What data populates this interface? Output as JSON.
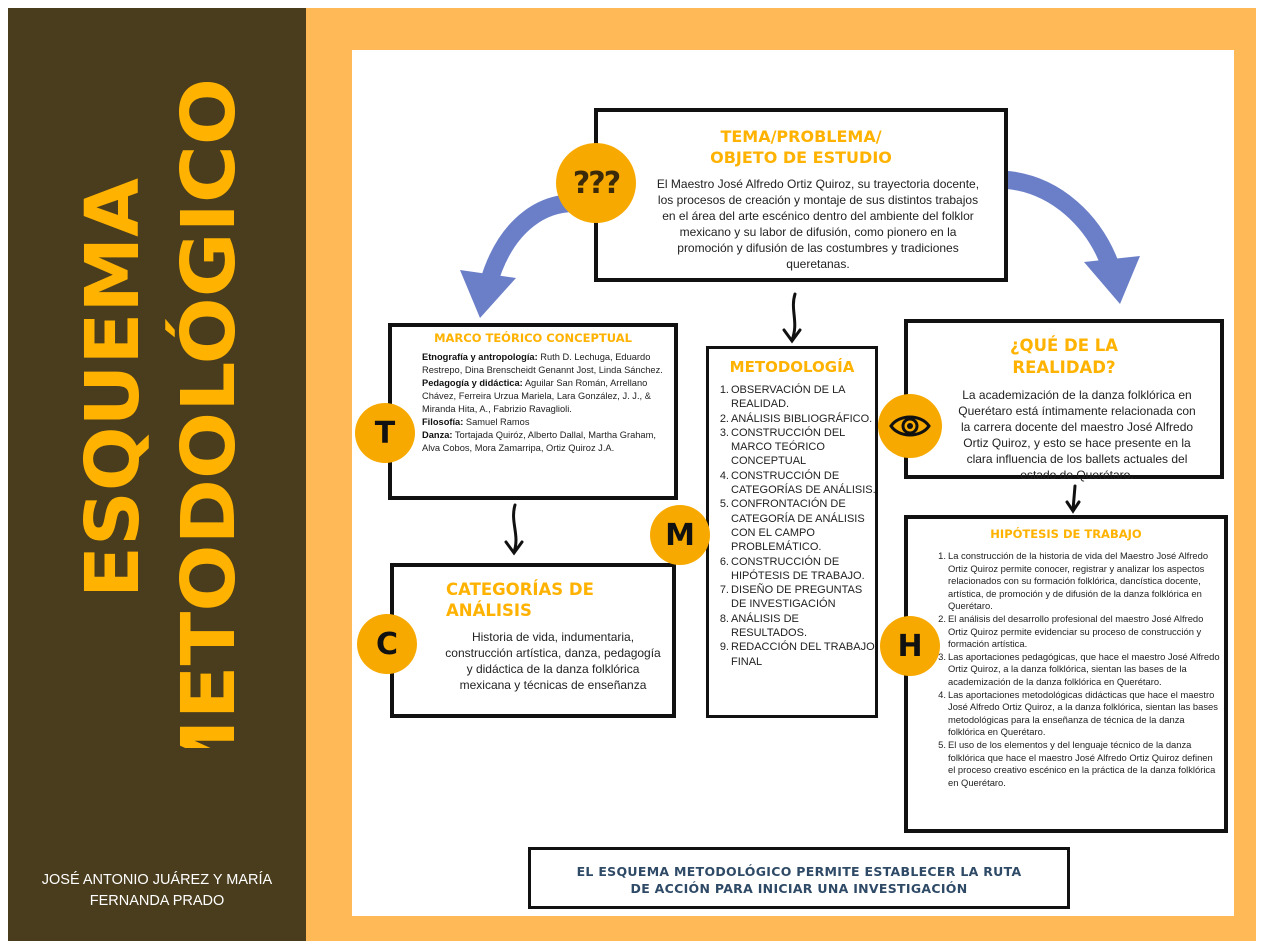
{
  "colors": {
    "sidebar": "#4a3d1d",
    "frame": "#ffb957",
    "accent": "#ffb200",
    "circle": "#f7a900",
    "arrow_blue": "#6b7fc9",
    "footer_text": "#2e4a66"
  },
  "sidebar": {
    "title_line1": "ESQUEMA",
    "title_line2": "METODOLÓGICO",
    "authors": "JOSÉ ANTONIO JUÁREZ Y MARÍA FERNANDA PRADO"
  },
  "tema": {
    "title_line1": "TEMA/PROBLEMA/",
    "title_line2": "OBJETO DE ESTUDIO",
    "icon": "question-marks-icon",
    "icon_text": "???",
    "text": "El Maestro José Alfredo Ortiz Quiroz, su trayectoria docente, los procesos de creación y montaje de sus distintos trabajos en el área del arte escénico dentro del ambiente del folklor mexicano y su labor de difusión, como pionero en la promoción y difusión de las costumbres y tradiciones queretanas."
  },
  "marco": {
    "title": "MARCO TEÓRICO CONCEPTUAL",
    "badge": "T",
    "items": [
      {
        "label": "Etnografía y antropología:",
        "text": " Ruth D. Lechuga, Eduardo Restrepo, Dina Brenscheidt Genannt Jost, Linda Sánchez."
      },
      {
        "label": "Pedagogía y didáctica:",
        "text": " Aguilar San Román, Arrellano Chávez, Ferreira Urzua Mariela, Lara González, J. J., & Miranda Hita, A., Fabrizio Ravaglioli."
      },
      {
        "label": "Filosofía:",
        "text": " Samuel Ramos"
      },
      {
        "label": "Danza:",
        "text": " Tortajada Quiróz, Alberto Dallal, Martha Graham, Alva Cobos, Mora Zamarripa, Ortiz Quiroz J.A."
      }
    ]
  },
  "categorias": {
    "title_line1": "CATEGORÍAS DE",
    "title_line2": "ANÁLISIS",
    "badge": "C",
    "text": "Historia de vida, indumentaria, construcción artística, danza, pedagogía y didáctica de la danza folklórica mexicana y técnicas de enseñanza"
  },
  "metodologia": {
    "title": "METODOLOGÍA",
    "badge": "M",
    "items": [
      "OBSERVACIÓN DE LA REALIDAD.",
      "ANÁLISIS BIBLIOGRÁFICO.",
      "CONSTRUCCIÓN DEL MARCO TEÓRICO CONCEPTUAL",
      "CONSTRUCCIÓN DE CATEGORÍAS DE ANÁLISIS.",
      "CONFRONTACIÓN DE CATEGORÍA DE ANÁLISIS CON EL CAMPO PROBLEMÁTICO.",
      "CONSTRUCCIÓN DE HIPÓTESIS DE TRABAJO.",
      "DISEÑO DE PREGUNTAS DE INVESTIGACIÓN",
      "ANÁLISIS DE RESULTADOS.",
      "REDACCIÓN DEL TRABAJO FINAL"
    ]
  },
  "realidad": {
    "title_line1": "¿QUÉ DE LA",
    "title_line2": "REALIDAD?",
    "icon": "eye-icon",
    "text": "La academización de la danza folklórica en Querétaro está íntimamente relacionada con la carrera docente del maestro José Alfredo Ortiz Quiroz, y esto se hace presente en la clara influencia de los ballets actuales del estado de Querétaro."
  },
  "hipotesis": {
    "title": "HIPÓTESIS DE TRABAJO",
    "badge": "H",
    "items": [
      "La construcción de la historia de vida del Maestro José Alfredo Ortiz Quiroz permite conocer, registrar y analizar los aspectos relacionados con su formación folklórica, dancística docente, artística, de promoción y de difusión de la danza folklórica en Querétaro.",
      "El análisis del desarrollo profesional del maestro José Alfredo Ortiz Quiroz permite evidenciar su proceso de construcción y formación artística.",
      "Las aportaciones pedagógicas, que hace el maestro José Alfredo Ortiz Quiroz, a la danza folklórica, sientan las bases de la academización de la danza folklórica en Querétaro.",
      "Las aportaciones metodológicas didácticas que hace el maestro José Alfredo Ortiz Quiroz, a la danza folklórica, sientan las bases metodológicas para la enseñanza de técnica de la danza folklórica en Querétaro.",
      "El uso de los elementos y del lenguaje técnico de la danza folklórica que hace el maestro José Alfredo Ortiz Quiroz definen el proceso creativo escénico en la práctica de la danza folklórica en Querétaro."
    ]
  },
  "footer": {
    "line1": "EL ESQUEMA METODOLÓGICO PERMITE ESTABLECER LA RUTA",
    "line2": "DE ACCIÓN PARA INICIAR UNA INVESTIGACIÓN"
  }
}
